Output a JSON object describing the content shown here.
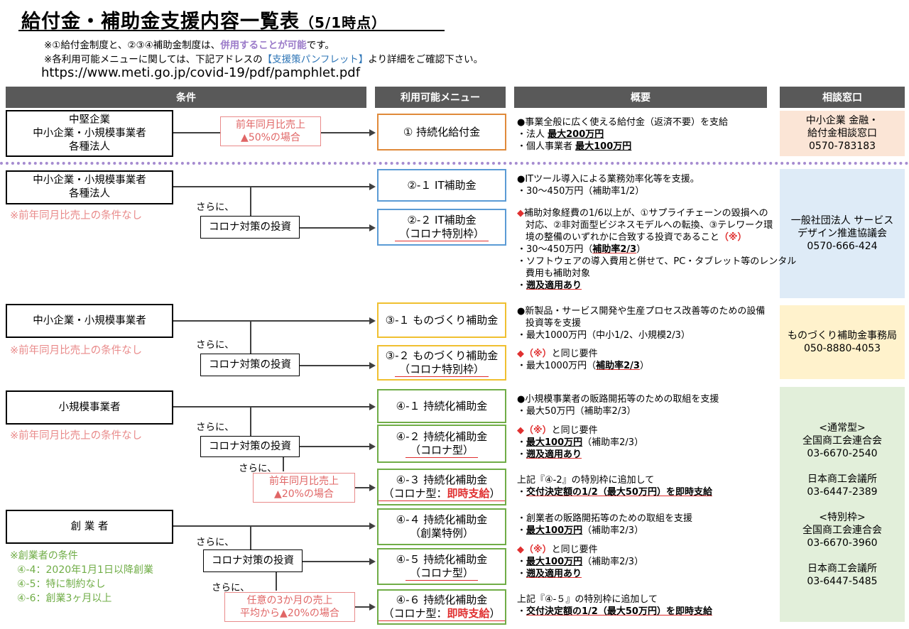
{
  "title": {
    "main": "給付金・補助金支援内容一覧表",
    "sub": "（5/1時点）"
  },
  "notes": {
    "line1_a": "※①給付金制度と、②③④補助金制度は、",
    "line1_b": "併用することが可能",
    "line1_c": "です。",
    "line2_a": "※各利用可能メニューに関しては、下記アドレスの",
    "line2_b": "【支援策パンフレット】",
    "line2_c": "より詳細をご確認下さい。",
    "url": "https://www.meti.go.jp/covid-19/pdf/pamphlet.pdf"
  },
  "headers": {
    "condition": "条件",
    "menu": "利用可能メニュー",
    "summary": "概要",
    "contact": "相談窓口"
  },
  "conditions": {
    "c1": [
      "中堅企業",
      "中小企業・小規模事業者",
      "各種法人"
    ],
    "c2": [
      "中小企業・小規模事業者",
      "各種法人"
    ],
    "c3": "中小企業・小規模事業者",
    "c4": "小規模事業者",
    "c5": "創 業 者"
  },
  "filters": {
    "f1": [
      "前年同月比売上",
      "▲50%の場合"
    ],
    "f2": [
      "前年同月比売上",
      "▲20%の場合"
    ],
    "f3": [
      "任意の3か月の売上",
      "平均から▲20%の場合"
    ]
  },
  "labels": {
    "sarani": "さらに、",
    "corona": "コロナ対策の投資",
    "no_condition": "※前年同月比売上の条件なし",
    "founder_cond_title": "※創業者の条件",
    "founder_cond": [
      "④-4：2020年1月1日以降創業",
      "④-5：特に制約なし",
      "④-6：創業3ヶ月以上"
    ]
  },
  "menus": {
    "m1": "① 持続化給付金",
    "m21": "②-１ IT補助金",
    "m22": "②-２ IT補助金",
    "m22s": "（コロナ特別枠）",
    "m31": "③-１ ものづくり補助金",
    "m32": "③-２ ものづくり補助金",
    "m32s": "（コロナ特別枠）",
    "m41": "④-１ 持続化補助金",
    "m42": "④-２ 持続化補助金",
    "m42s": "（コロナ型）",
    "m43": "④-３ 持続化補助金",
    "m43s_a": "（コロナ型：",
    "m43s_b": "即時支給",
    "m43s_c": "）",
    "m44": "④-４ 持続化補助金",
    "m44s": "（創業特例）",
    "m45": "④-５ 持続化補助金",
    "m45s": "（コロナ型）",
    "m46": "④-６ 持続化補助金",
    "m46s_a": "（コロナ型：",
    "m46s_b": "即時支給",
    "m46s_c": "）"
  },
  "summaries": {
    "s1": {
      "l1": "●事業全般に広く使える給付金（返済不要）を支給",
      "l2a": "・法人 ",
      "l2b": "最大200万円",
      "l3a": "・個人事業者 ",
      "l3b": "最大100万円"
    },
    "s21": {
      "l1": "●ITツール導入による業務効率化等を支援。",
      "l2": "・30～450万円（補助率1/2）"
    },
    "s22": {
      "l1a": "◆",
      "l1": "補助対象経費の1/6以上が、①サプライチェーンの毀損への",
      "l2": "対応、②非対面型ビジネスモデルへの転換、③テレワーク環",
      "l3": "境の整備のいずれかに合致する投資であること",
      "l3r": "（※）",
      "l4a": "・30～450万円（",
      "l4b": "補助率2/3",
      "l4c": "）",
      "l5": "・ソフトウェアの導入費用と併せて、PC・タブレット等のレンタル",
      "l6": "費用も補助対象",
      "l7": "遡及適用あり",
      "l7a": "・"
    },
    "s31": {
      "l1": "●新製品・サービス開発や生産プロセス改善等のための設備",
      "l2": "投資等を支援",
      "l3": "・最大1000万円（中小1/2、小規模2/3）"
    },
    "s32": {
      "l1a": "◆（※）",
      "l1": "と同じ要件",
      "l2a": "・最大1000万円（",
      "l2b": "補助率2/3",
      "l2c": "）"
    },
    "s41": {
      "l1": "●小規模事業者の販路開拓等のための取組を支援",
      "l2": "・最大50万円（補助率2/3）"
    },
    "s42": {
      "l1a": "◆（※）",
      "l1": "と同じ要件",
      "l2a": "・",
      "l2b": "最大100万円",
      "l2c": "（補助率2/3）",
      "l3a": "・",
      "l3b": "遡及適用あり"
    },
    "s43": {
      "l1": "上記『④-2』の特別枠に追加して",
      "l2a": "・",
      "l2b": "交付決定額の1/2（最大50万円）を即時支給"
    },
    "s44": {
      "l1": "・創業者の販路開拓等のための取組を支援",
      "l2a": "・",
      "l2b": "最大100万円",
      "l2c": "（補助率2/3）"
    },
    "s45": {
      "l1a": "◆（※）",
      "l1": "と同じ要件",
      "l2a": "・",
      "l2b": "最大100万円",
      "l2c": "（補助率2/3）",
      "l3a": "・",
      "l3b": "遡及適用あり"
    },
    "s46": {
      "l1": "上記『④-５』の特別枠に追加して",
      "l2a": "・",
      "l2b": "交付決定額の1/2（最大50万円）を即時支給"
    }
  },
  "contacts": {
    "k1": [
      "中小企業 金融・",
      "給付金相談窓口",
      "0570-783183"
    ],
    "k2": [
      "一般社団法人 サービス",
      "デザイン推進協議会",
      "0570-666-424"
    ],
    "k3": [
      "ものづくり補助金事務局",
      "050-8880-4053"
    ],
    "k4": [
      "<通常型>",
      "全国商工会連合会",
      "03-6670-2540",
      "",
      "日本商工会議所",
      "03-6447-2389",
      "",
      "<特別枠>",
      "全国商工会連合会",
      "03-6670-3960",
      "",
      "日本商工会議所",
      "03-6447-5485"
    ]
  },
  "colors": {
    "header_bg": "#595959",
    "contact1": "#fbe5d6",
    "contact2": "#deebf7",
    "contact3": "#fff2cc",
    "contact4": "#e2efda",
    "accent_red": "#e03030",
    "pink": "#e98a8a",
    "purple": "#9b7bc9",
    "green": "#70ad47"
  }
}
